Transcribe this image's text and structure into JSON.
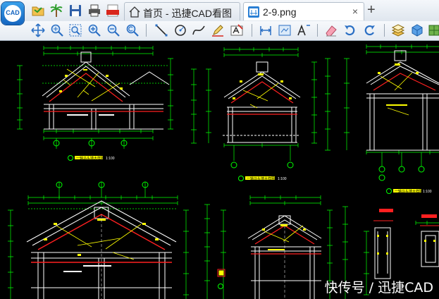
{
  "app": {
    "logo_text": "CAD"
  },
  "tabs": [
    {
      "label": "首页 - 迅捷CAD看图",
      "close": ""
    },
    {
      "label": "2-9.png",
      "close": "×"
    }
  ],
  "new_tab": "+",
  "drawing": {
    "titles": [
      {
        "text": "一轴马头墙大样图",
        "scale": "1:100"
      },
      {
        "text": "一轴马头墙大样图",
        "scale": "1:100"
      },
      {
        "text": "一轴马头墙大样图",
        "scale": "1:100"
      }
    ]
  },
  "watermark": "快传号 / 迅捷CAD",
  "colors": {
    "canvas": "#000000",
    "green": "#00ff00",
    "yellow": "#ffff00",
    "white": "#ffffff",
    "red": "#ff2020"
  }
}
